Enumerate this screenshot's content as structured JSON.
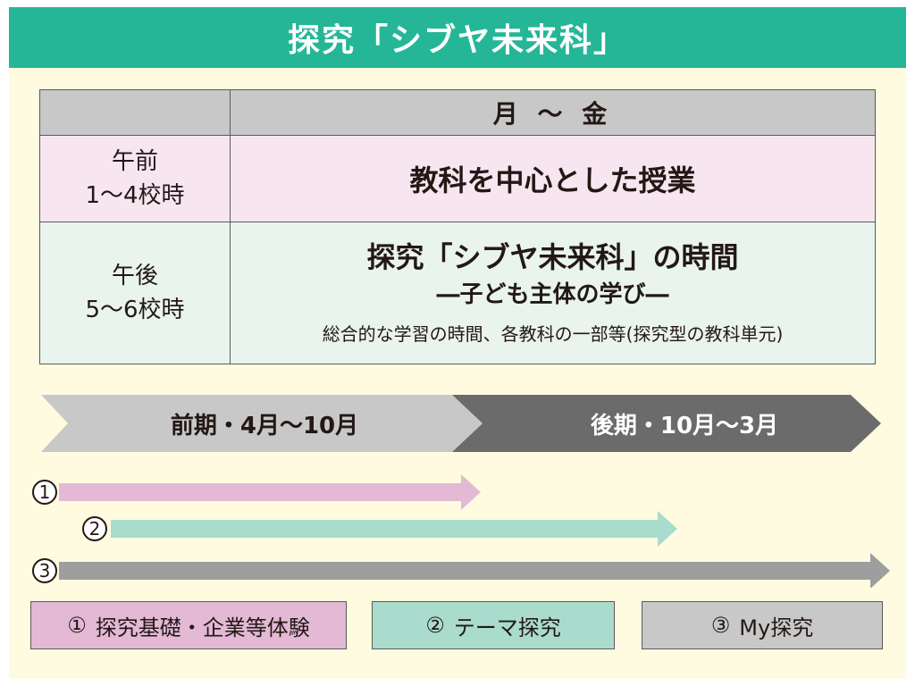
{
  "title": "探究「シブヤ未来科」",
  "table": {
    "header": "月 ～ 金",
    "am": {
      "period_line1": "午前",
      "period_line2": "1～4校時",
      "content": "教科を中心とした授業"
    },
    "pm": {
      "period_line1": "午後",
      "period_line2": "5～6校時",
      "content_main": "探究「シブヤ未来科」の時間",
      "content_sub": "―子ども主体の学び―",
      "content_note": "総合的な学習の時間、各教科の一部等(探究型の教科単元)"
    }
  },
  "timeline": {
    "first_half": "前期・4月～10月",
    "second_half": "後期・10月～3月"
  },
  "bars": [
    {
      "number": "1",
      "color": "#e3b9d6"
    },
    {
      "number": "2",
      "color": "#a9dccd"
    },
    {
      "number": "3",
      "color": "#9e9e9e"
    }
  ],
  "legend": [
    {
      "number": "①",
      "label": "探究基礎・企業等体験"
    },
    {
      "number": "②",
      "label": "テーマ探究"
    },
    {
      "number": "③",
      "label": "My探究"
    }
  ],
  "colors": {
    "title_bg": "#25b697",
    "background": "#fffbe0",
    "am_row": "#f7e6f0",
    "pm_row": "#e9f4ee",
    "first_half_arrow": "#c8c8c8",
    "second_half_arrow": "#6b6b6b"
  }
}
